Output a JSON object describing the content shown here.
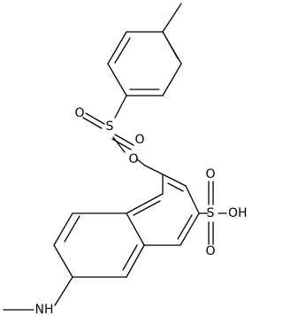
{
  "structure": {
    "atom_labels": {
      "ester_o_upper": "O",
      "ester_o_lower": "O",
      "ester_s": "S",
      "ester_bridge_o": "O",
      "acid_o_upper": "O",
      "acid_o_lower": "O",
      "acid_s": "S",
      "acid_oh": "OH",
      "amine_nh": "NH"
    }
  }
}
